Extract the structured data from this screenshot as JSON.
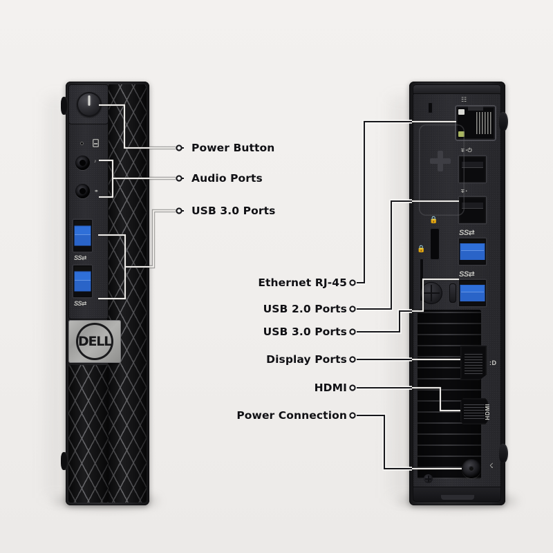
{
  "image": {
    "title": "Dell OptiPlex Micro desktop front and rear port diagram",
    "background_color": "#f1efed",
    "label_color": "#101014",
    "leader_color": "#16161a"
  },
  "brand": {
    "name": "DELL",
    "badge_color": "#a9a9a7"
  },
  "front_unit": {
    "name": "front-panel",
    "power_button": "power-button",
    "indicators": [
      "power-indicator-light",
      "hard-drive-activity-light"
    ],
    "audio_jacks": [
      "headphone-jack",
      "microphone-jack"
    ],
    "usb3_ports": [
      {
        "marking": "SS"
      },
      {
        "marking": "SS"
      }
    ]
  },
  "rear_unit": {
    "name": "rear-panel",
    "ethernet": {
      "marking": "RJ-45"
    },
    "usb2_ports": [
      {
        "marking": "smart-power-on"
      },
      {
        "marking": "usb"
      }
    ],
    "usb3_ports": [
      {
        "marking": "SS"
      },
      {
        "marking": "SS"
      }
    ],
    "display_port": {
      "marking": "DP"
    },
    "hdmi": {
      "marking": "HDMI"
    },
    "power_connection": {
      "marking": "power-plug"
    },
    "security": [
      "kensington-lock-slot",
      "padlock-loop"
    ]
  },
  "callouts": {
    "left": [
      {
        "id": "power-button",
        "label": "Power Button"
      },
      {
        "id": "audio-ports",
        "label": "Audio Ports"
      },
      {
        "id": "usb-3-front",
        "label": "USB 3.0 Ports"
      }
    ],
    "right": [
      {
        "id": "ethernet",
        "label": "Ethernet RJ-45"
      },
      {
        "id": "usb-2-rear",
        "label": "USB 2.0 Ports"
      },
      {
        "id": "usb-3-rear",
        "label": "USB 3.0 Ports"
      },
      {
        "id": "display-ports",
        "label": "Display Ports"
      },
      {
        "id": "hdmi",
        "label": "HDMI"
      },
      {
        "id": "power-connection",
        "label": "Power Connection"
      }
    ]
  }
}
